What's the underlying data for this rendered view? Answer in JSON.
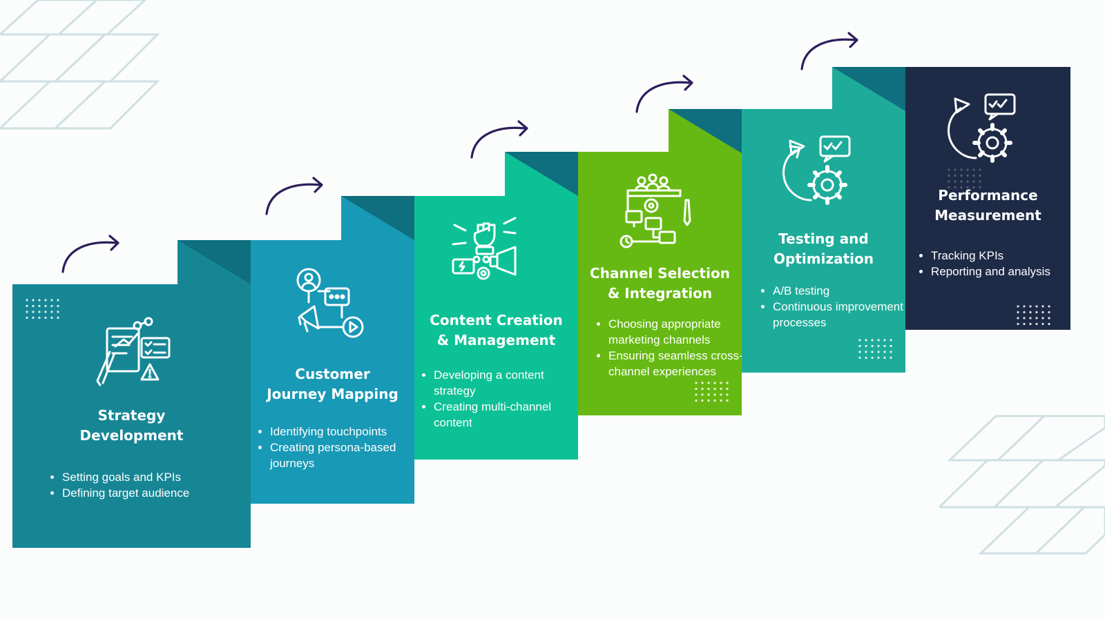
{
  "colors": {
    "background": "#fbfdfc",
    "arrow": "#2e1d5c",
    "deco_lines": "#cfe0e3",
    "fold": "#0f6f7e",
    "text": "#ffffff"
  },
  "steps": [
    {
      "id": "strategy-development",
      "title_lines": [
        "Strategy",
        "Development"
      ],
      "bullets": [
        "Setting goals and KPIs",
        "Defining target audience"
      ],
      "color": "#168695",
      "icon": "strategy-document-icon"
    },
    {
      "id": "customer-journey-mapping",
      "title_lines": [
        "Customer",
        "Journey Mapping"
      ],
      "bullets": [
        "Identifying touchpoints",
        "Creating persona-based journeys"
      ],
      "color": "#1899b6",
      "icon": "customer-journey-icon"
    },
    {
      "id": "content-creation",
      "title_lines": [
        "Content Creation",
        "& Management"
      ],
      "bullets": [
        "Developing a content strategy",
        "Creating multi-channel content"
      ],
      "color": "#0dc196",
      "icon": "content-creation-icon"
    },
    {
      "id": "channel-selection",
      "title_lines": [
        "Channel Selection",
        "& Integration"
      ],
      "bullets": [
        "Choosing appropriate marketing channels",
        "Ensuring seamless cross-channel experiences"
      ],
      "color": "#66b912",
      "icon": "channel-flowchart-icon"
    },
    {
      "id": "testing-optimization",
      "title_lines": [
        "Testing and",
        "Optimization"
      ],
      "bullets": [
        "A/B testing",
        "Continuous improvement processes"
      ],
      "color": "#1eac9a",
      "icon": "testing-cycle-icon"
    },
    {
      "id": "performance-measurement",
      "title_lines": [
        "Performance",
        "Measurement"
      ],
      "bullets": [
        "Tracking KPIs",
        "Reporting and analysis"
      ],
      "color": "#1e2b47",
      "icon": "performance-cycle-icon"
    }
  ]
}
